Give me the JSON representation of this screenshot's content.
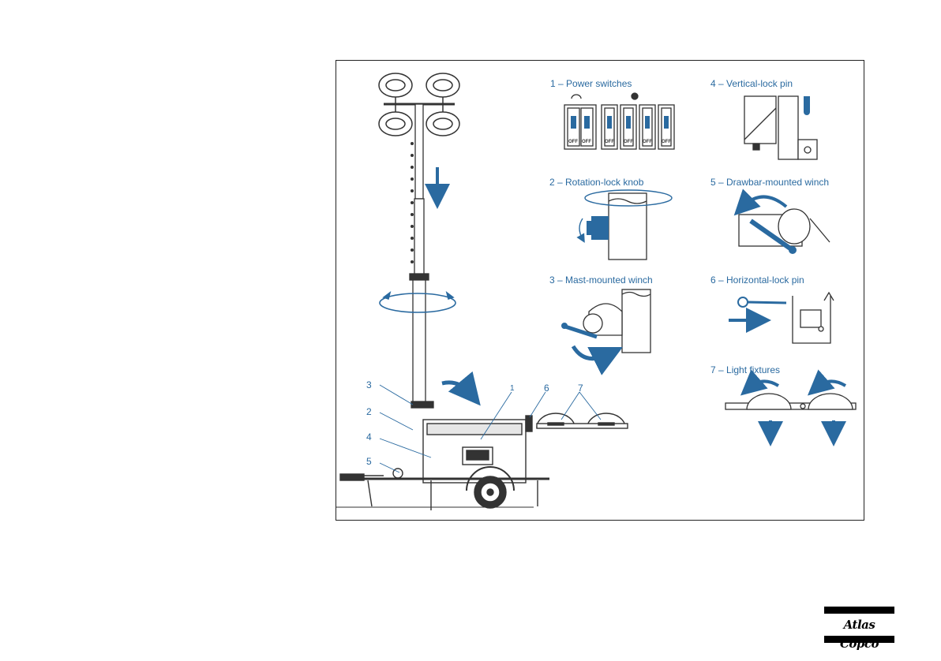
{
  "figure": {
    "captions": {
      "c1": "1 – Power switches",
      "c2": "2 – Rotation-lock knob",
      "c3": "3 – Mast-mounted winch",
      "c4": "4 – Vertical-lock pin",
      "c5": "5 – Drawbar-mounted winch",
      "c6": "6 – Horizontal-lock pin",
      "c7": "7 – Light fixtures"
    },
    "callouts": {
      "n1": "1",
      "n2": "2",
      "n3": "3",
      "n4": "4",
      "n5": "5",
      "n6": "6",
      "n7": "7"
    },
    "switch_labels": [
      "OFF",
      "OFF",
      "OFF",
      "OFF",
      "OFF",
      "OFF"
    ]
  },
  "logo": {
    "text": "Atlas Copco"
  },
  "colors": {
    "accent": "#2a6aa0",
    "line": "#333333"
  }
}
